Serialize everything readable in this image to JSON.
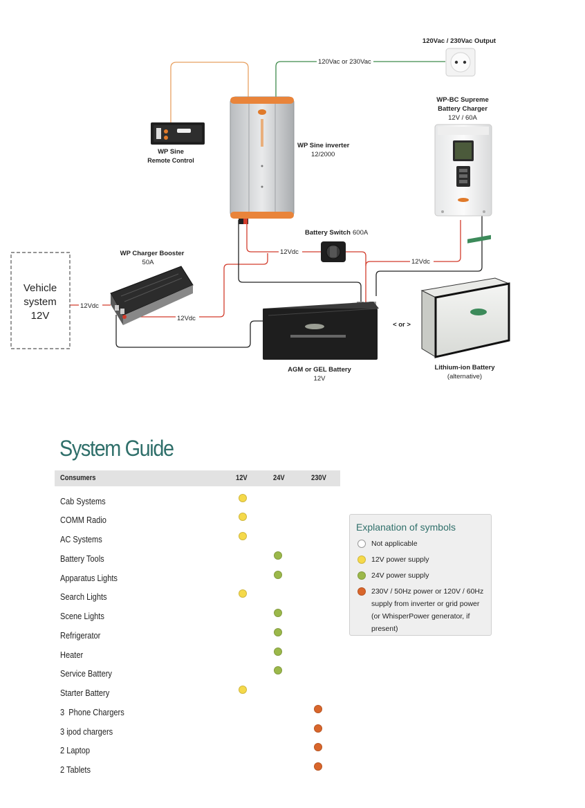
{
  "diagram": {
    "output": {
      "label": "120Vac / 230Vac Output"
    },
    "ac_wire_label": "120Vac or 230Vac",
    "remote": {
      "title": "WP Sine",
      "subtitle": "Remote Control"
    },
    "inverter": {
      "title": "WP Sine inverter",
      "subtitle": "12/2000"
    },
    "charger": {
      "title_l1": "WP-BC Supreme",
      "title_l2": "Battery Charger",
      "subtitle": "12V / 60A"
    },
    "switch": {
      "title": "Battery Switch",
      "rating": "600A"
    },
    "booster": {
      "title": "WP Charger Booster",
      "subtitle": "50A"
    },
    "vehicle": {
      "l1": "Vehicle",
      "l2": "system",
      "l3": "12V"
    },
    "wire_labels": {
      "vehicle_booster": "12Vdc",
      "booster_out": "12Vdc",
      "inverter_switch": "12Vdc",
      "charger_battery": "12Vdc"
    },
    "agm": {
      "title": "AGM or GEL Battery",
      "subtitle": "12V"
    },
    "or_label": "< or >",
    "lithium": {
      "title": "Lithium-ion Battery",
      "subtitle": "(alternative)"
    },
    "colors": {
      "ac_wire": "#3d8a4a",
      "remote_wire": "#e8a060",
      "dc_positive": "#d23b2b",
      "dc_negative": "#222222"
    }
  },
  "guide": {
    "title": "System Guide",
    "headers": {
      "consumers": "Consumers",
      "v12": "12V",
      "v24": "24V",
      "v230": "230V"
    },
    "rows": [
      {
        "label": "Cab Systems",
        "supply": "12V"
      },
      {
        "label": "COMM Radio",
        "supply": "12V"
      },
      {
        "label": "AC Systems",
        "supply": "12V"
      },
      {
        "label": "Battery Tools",
        "supply": "24V"
      },
      {
        "label": "Apparatus Lights",
        "supply": "24V"
      },
      {
        "label": "Search Lights",
        "supply": "12V"
      },
      {
        "label": "Scene Lights",
        "supply": "24V"
      },
      {
        "label": "Refrigerator",
        "supply": "24V"
      },
      {
        "label": "Heater",
        "supply": "24V"
      },
      {
        "label": "Service Battery",
        "supply": "24V"
      },
      {
        "label": "Starter Battery",
        "supply": "12V"
      },
      {
        "label": "3  Phone Chargers",
        "supply": "230V"
      },
      {
        "label": "3 ipod chargers",
        "supply": "230V"
      },
      {
        "label": "2 Laptop",
        "supply": "230V"
      },
      {
        "label": "2 Tablets",
        "supply": "230V"
      }
    ],
    "colors": {
      "12V": "#f5d94a",
      "24V": "#9bb84a",
      "230V": "#d9662b",
      "na": "#ffffff"
    }
  },
  "legend": {
    "title": "Explanation of symbols",
    "items": [
      {
        "kind": "na",
        "text": "Not applicable"
      },
      {
        "kind": "12V",
        "text": "12V power supply"
      },
      {
        "kind": "24V",
        "text": "24V power supply"
      },
      {
        "kind": "230V",
        "text": "230V / 50Hz power or 120V / 60Hz supply from inverter or grid power (or WhisperPower generator, if present)"
      }
    ]
  }
}
